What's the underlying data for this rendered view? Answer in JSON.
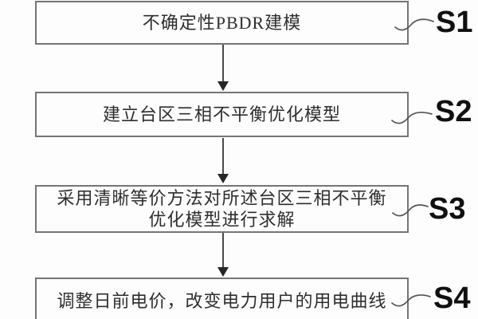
{
  "flowchart": {
    "type": "vertical-step-flowchart",
    "steps": [
      {
        "text": "不确定性PBDR建模",
        "label": "S1"
      },
      {
        "text": "建立台区三相不平衡优化模型",
        "label": "S2"
      },
      {
        "text": "采用清晰等价方法对所述台区三相不平衡\n优化模型进行求解",
        "label": "S3"
      },
      {
        "text": "调整日前电价，改变电力用户的用电曲线",
        "label": "S4"
      }
    ],
    "colors": {
      "background": "#fdfdfd",
      "box_border": "#757575",
      "box_text": "#2e2e2e",
      "arrow": "#262626",
      "leader_line": "#555555",
      "step_label": "#101010"
    }
  }
}
